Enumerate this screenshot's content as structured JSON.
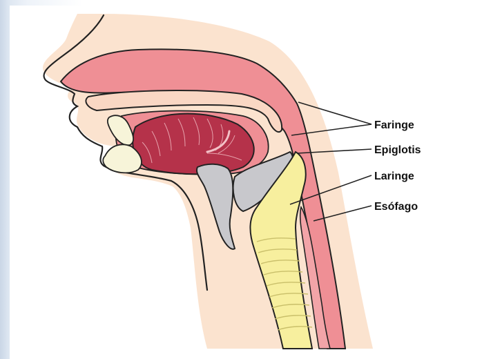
{
  "labels": {
    "faringe": "Faringe",
    "epiglotis": "Epiglotis",
    "laringe": "Laringe",
    "esofago": "Esófago"
  },
  "colors": {
    "skin": "#fbe3cf",
    "skin_outline": "#222222",
    "mucosa": "#ef8f95",
    "tongue": "#b5324a",
    "trachea": "#f7ef9e",
    "cartilage": "#c8c8cc",
    "teeth": "#f7f4d9"
  }
}
